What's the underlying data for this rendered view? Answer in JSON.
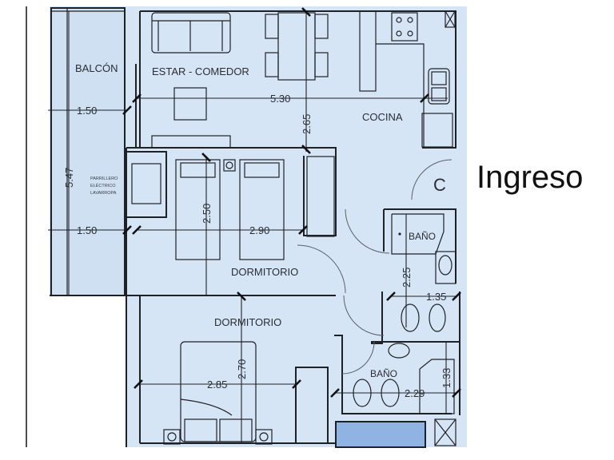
{
  "title_label": "Ingreso",
  "entry_marker": "C",
  "colors": {
    "floor": "#d6e5f6",
    "wall": "#1e2126",
    "balcony": "#cfe0f2",
    "window": "#8fb4e3"
  },
  "rooms": {
    "balcon": "BALCÓN",
    "estar_comedor": "ESTAR - COMEDOR",
    "cocina": "COCINA",
    "dormitorio_1": "DORMITORIO",
    "dormitorio_2": "DORMITORIO",
    "bano_1": "BAÑO",
    "bano_2": "BAÑO"
  },
  "laundry_note": [
    "PARRILLERO",
    "ELÉCTRICO",
    "LAVARROPA"
  ],
  "dimensions": {
    "balcon_width_top": "1.50",
    "balcon_width_bottom": "1.50",
    "balcon_length": "5.47",
    "estar_width": "5.30",
    "estar_depth": "2.65",
    "dorm1_depth": "2.50",
    "dorm1_width": "2.90",
    "bano1_depth": "2.25",
    "bano1_width": "1.35",
    "dorm2_depth": "2.70",
    "dorm2_width": "2.85",
    "bano2_width": "2.29",
    "bano2_depth": "1.33"
  }
}
